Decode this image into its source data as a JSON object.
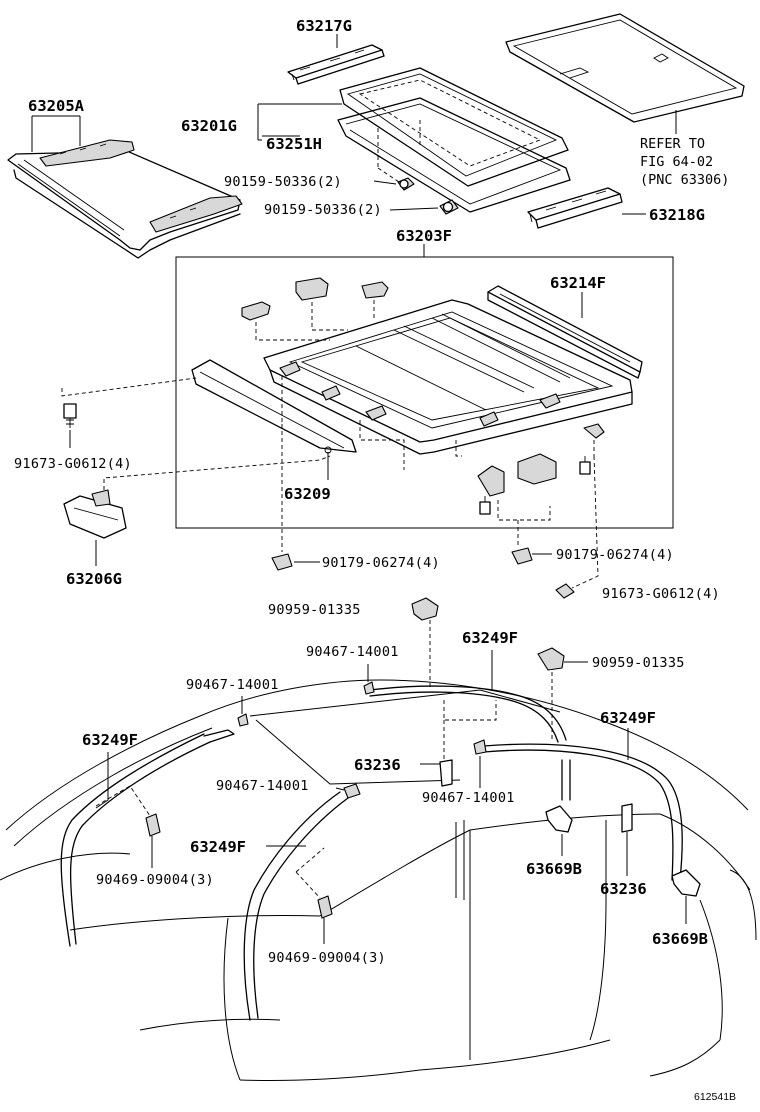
{
  "labels": {
    "p63217G": "63217G",
    "p63205A": "63205A",
    "p63201G": "63201G",
    "p63251H": "63251H",
    "p90159a": "90159-50336(2)",
    "p90159b": "90159-50336(2)",
    "p63218G": "63218G",
    "p63203F": "63203F",
    "p63214F": "63214F",
    "p91673a": "91673-G0612(4)",
    "p63209": "63209",
    "p63206G": "63206G",
    "p90179a": "90179-06274(4)",
    "p90179b": "90179-06274(4)",
    "p91673b": "91673-G0612(4)",
    "p90959a": "90959-01335",
    "p90959b": "90959-01335",
    "p90467a": "90467-14001",
    "p90467b": "90467-14001",
    "p90467c": "90467-14001",
    "p90467d": "90467-14001",
    "p63249Fa": "63249F",
    "p63249Fb": "63249F",
    "p63249Fc": "63249F",
    "p63249Fd": "63249F",
    "p63236a": "63236",
    "p63236b": "63236",
    "p90469a": "90469-09004(3)",
    "p90469b": "90469-09004(3)",
    "p63669Ba": "63669B",
    "p63669Bb": "63669B"
  },
  "refer_note": {
    "line1": "REFER TO",
    "line2": "FIG 64-02",
    "line3": "(PNC 63306)"
  },
  "figure_number": "612541B"
}
